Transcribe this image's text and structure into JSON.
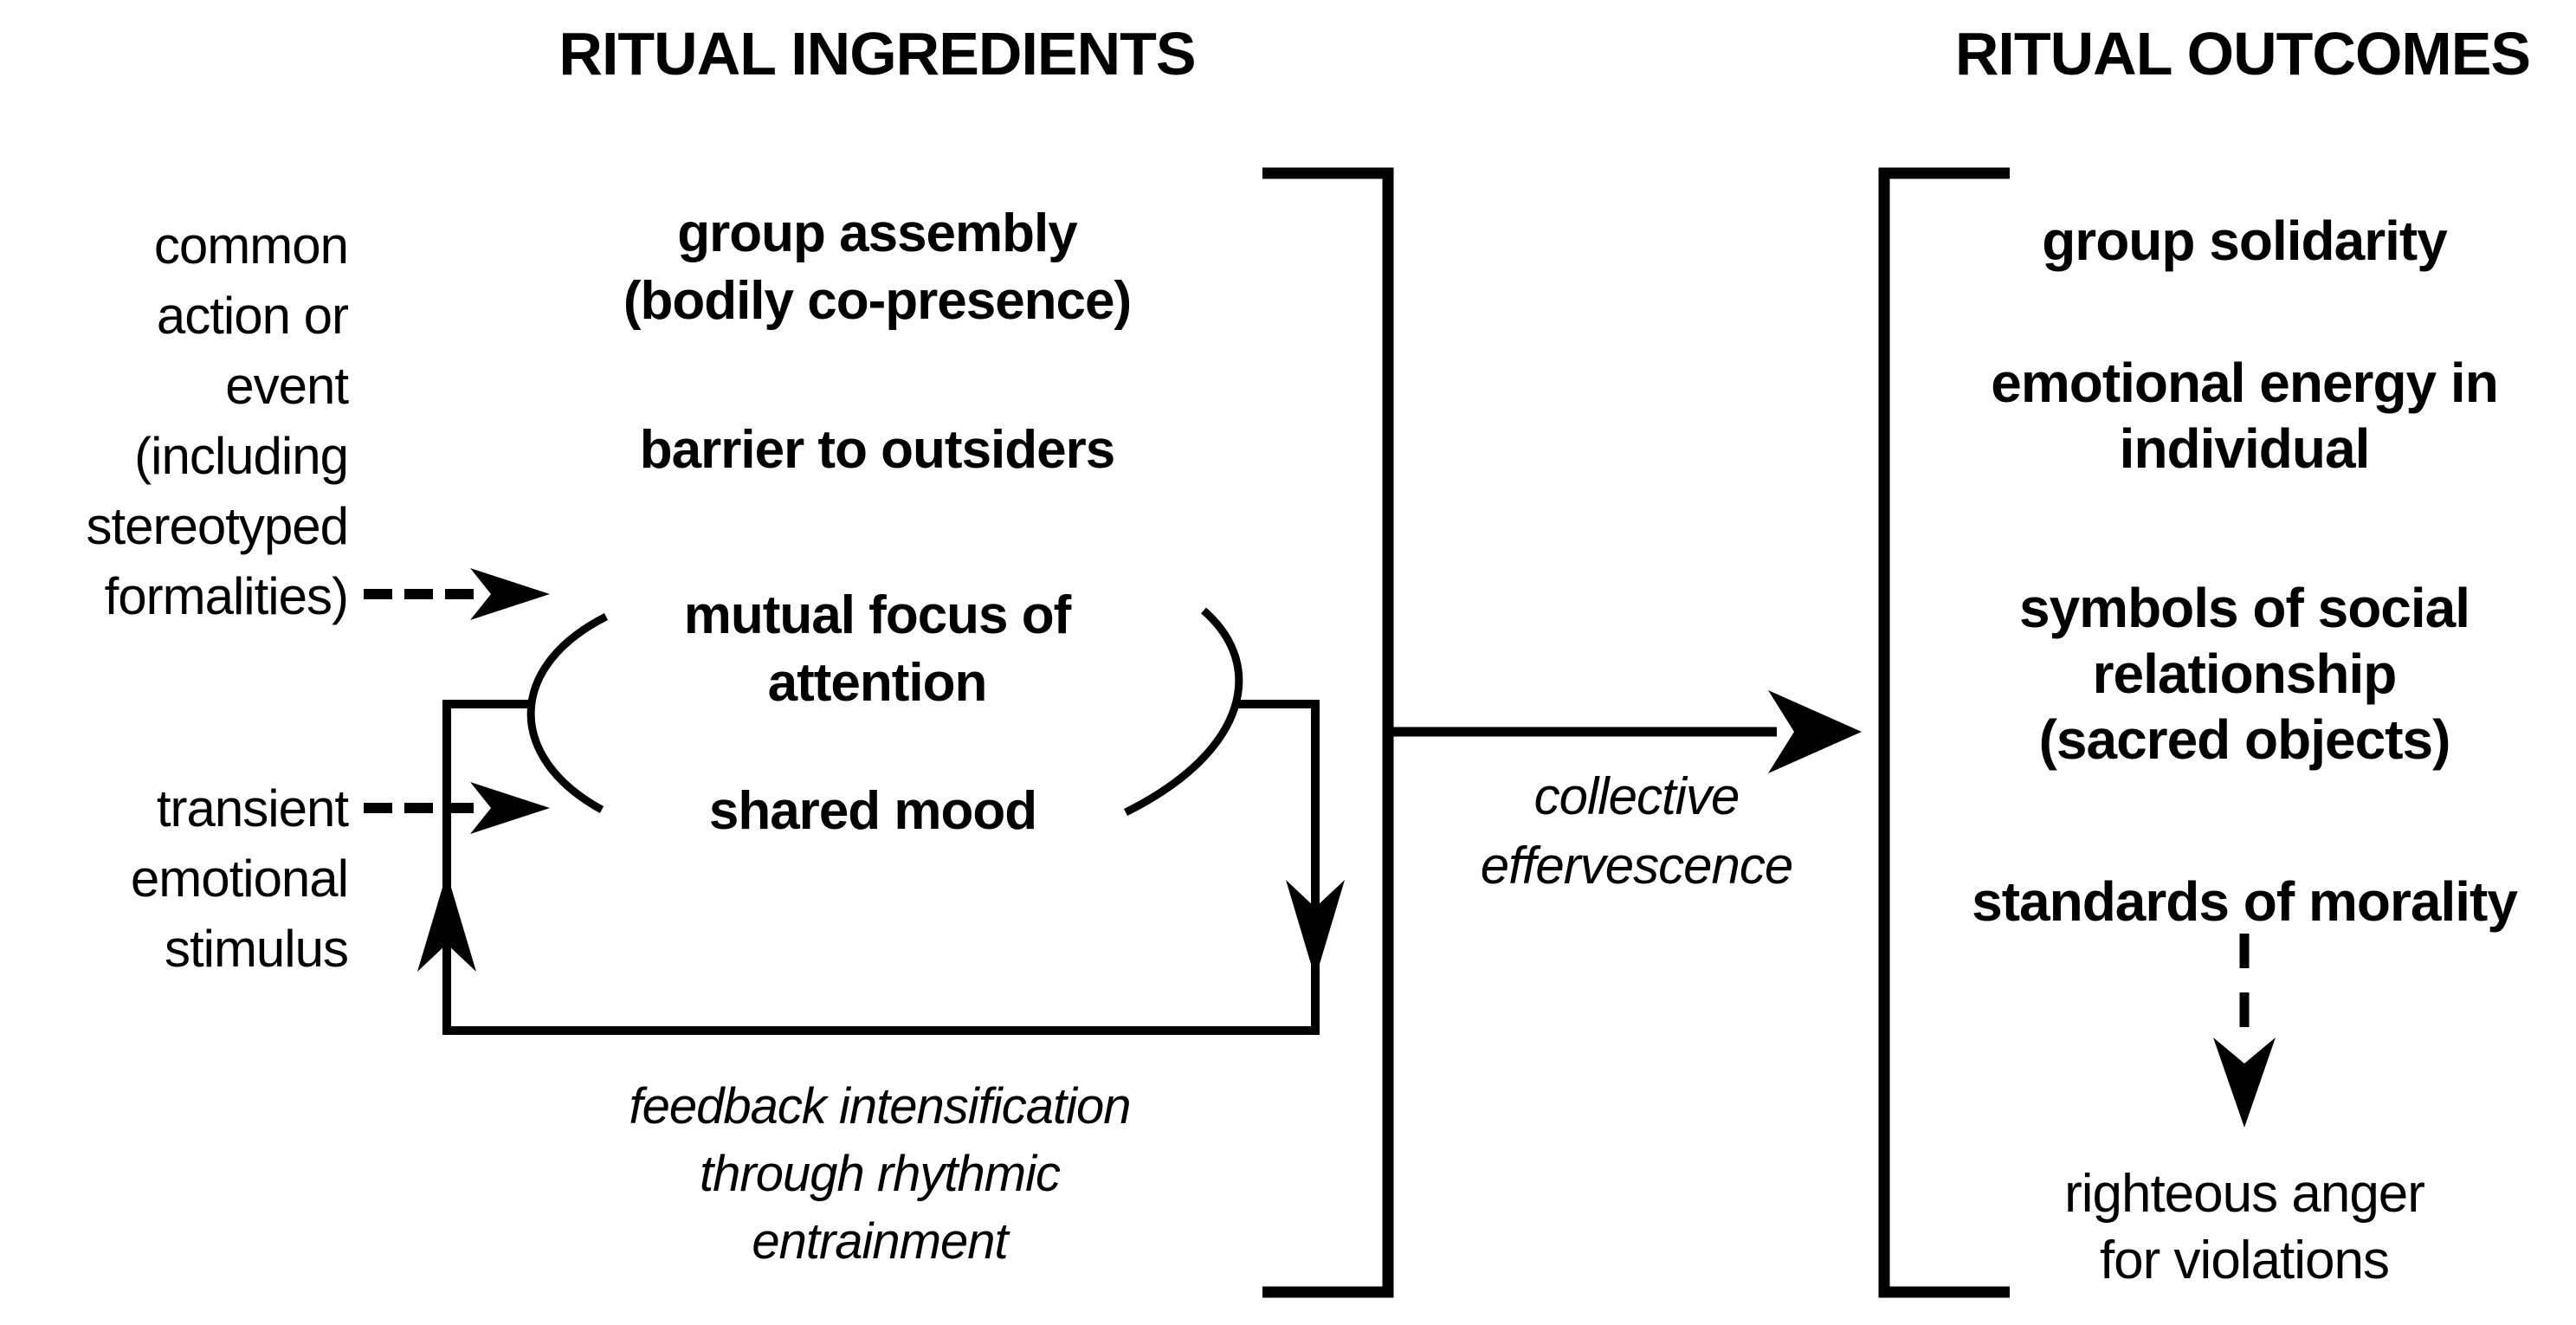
{
  "colors": {
    "ink": "#000000",
    "background": "#ffffff"
  },
  "titles": {
    "ingredients": "RITUAL INGREDIENTS",
    "outcomes": "RITUAL OUTCOMES"
  },
  "inputs": {
    "common_action": {
      "lines": [
        "common",
        "action or",
        "event",
        "(including",
        "stereotyped",
        "formalities)"
      ]
    },
    "transient": {
      "lines": [
        "transient",
        "emotional",
        "stimulus"
      ]
    }
  },
  "ingredients": {
    "group_assembly": {
      "lines": [
        "group assembly",
        "(bodily co-presence)"
      ]
    },
    "barrier": {
      "label": "barrier to outsiders"
    },
    "mutual_focus": {
      "lines": [
        "mutual focus of",
        "attention"
      ]
    },
    "shared_mood": {
      "label": "shared mood"
    },
    "feedback": {
      "lines": [
        "feedback intensification",
        "through rhythmic",
        "entrainment"
      ]
    }
  },
  "process": {
    "collective_effervescence": {
      "lines": [
        "collective",
        "effervescence"
      ]
    }
  },
  "outcomes": {
    "group_solidarity": {
      "label": "group solidarity"
    },
    "emotional_energy": {
      "lines": [
        "emotional energy in",
        "individual"
      ]
    },
    "symbols": {
      "lines": [
        "symbols of social",
        "relationship",
        "(sacred objects)"
      ]
    },
    "morality": {
      "label": "standards of morality"
    },
    "righteous_anger": {
      "lines": [
        "righteous anger",
        "for violations"
      ]
    }
  }
}
